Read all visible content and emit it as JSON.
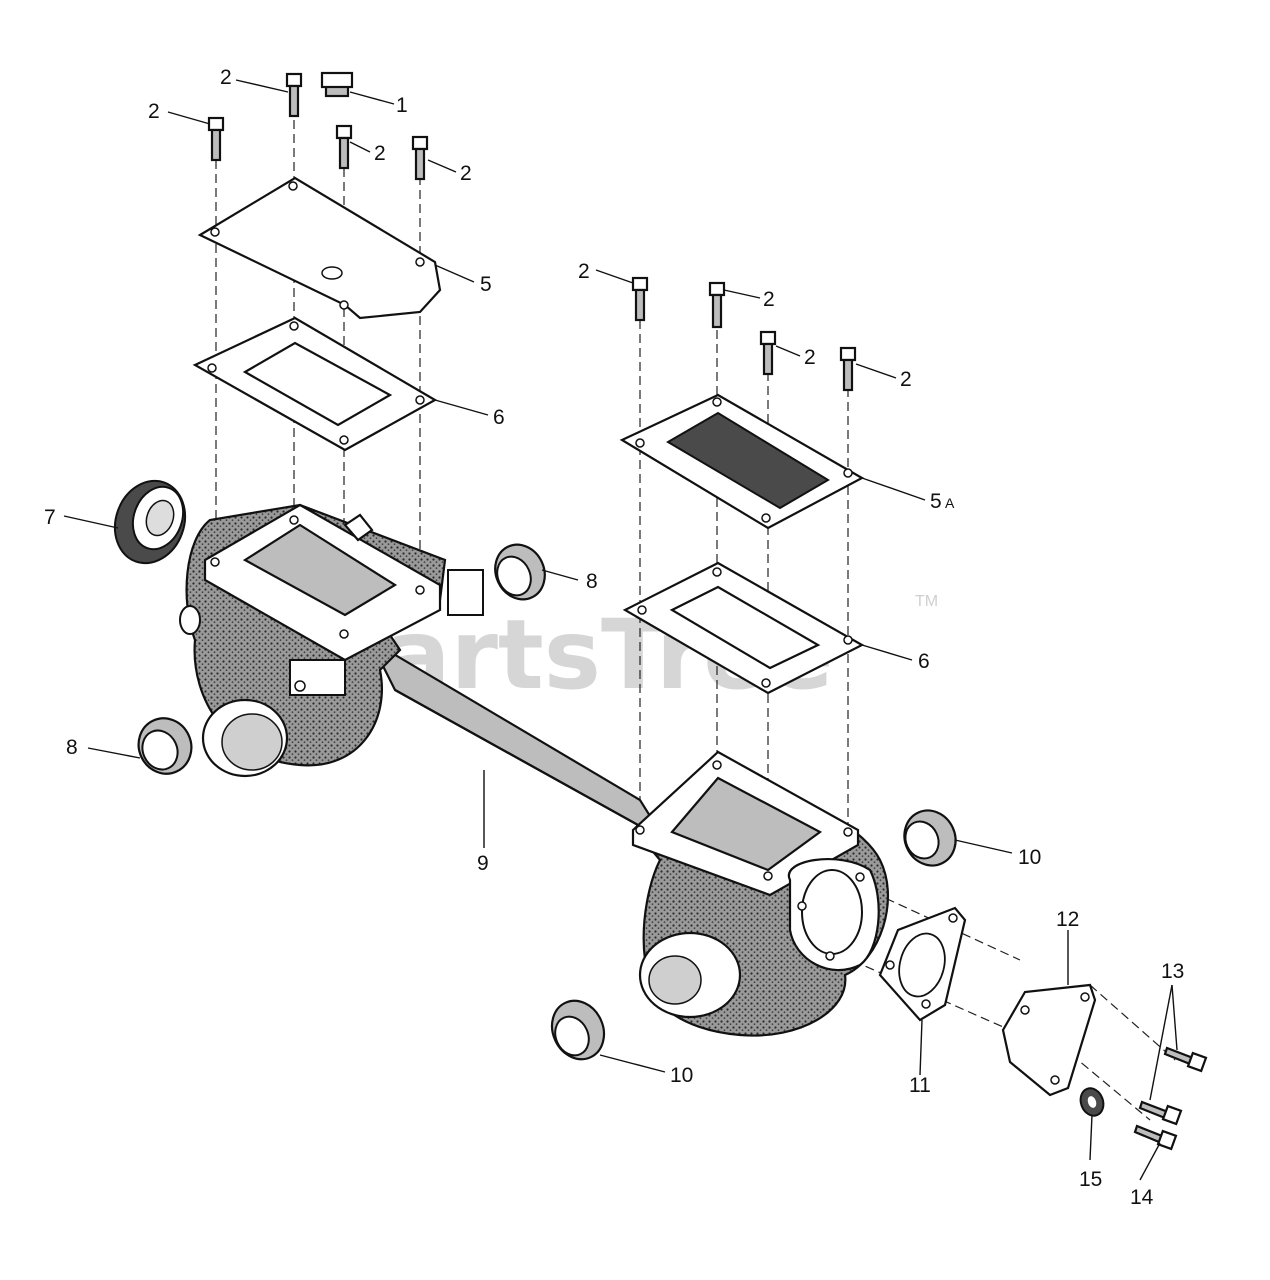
{
  "watermark": {
    "text": "PartsTree",
    "tm": "TM"
  },
  "callouts": {
    "c1": "1",
    "c2a": "2",
    "c2b": "2",
    "c2c": "2",
    "c2d": "2",
    "c2e": "2",
    "c2f": "2",
    "c2g": "2",
    "c2h": "2",
    "c5": "5",
    "c5a_num": "5",
    "c5a_sub": "A",
    "c6a": "6",
    "c6b": "6",
    "c7": "7",
    "c8a": "8",
    "c8b": "8",
    "c9": "9",
    "c10a": "10",
    "c10b": "10",
    "c11": "11",
    "c12": "12",
    "c13": "13",
    "c14": "14",
    "c15": "15"
  }
}
